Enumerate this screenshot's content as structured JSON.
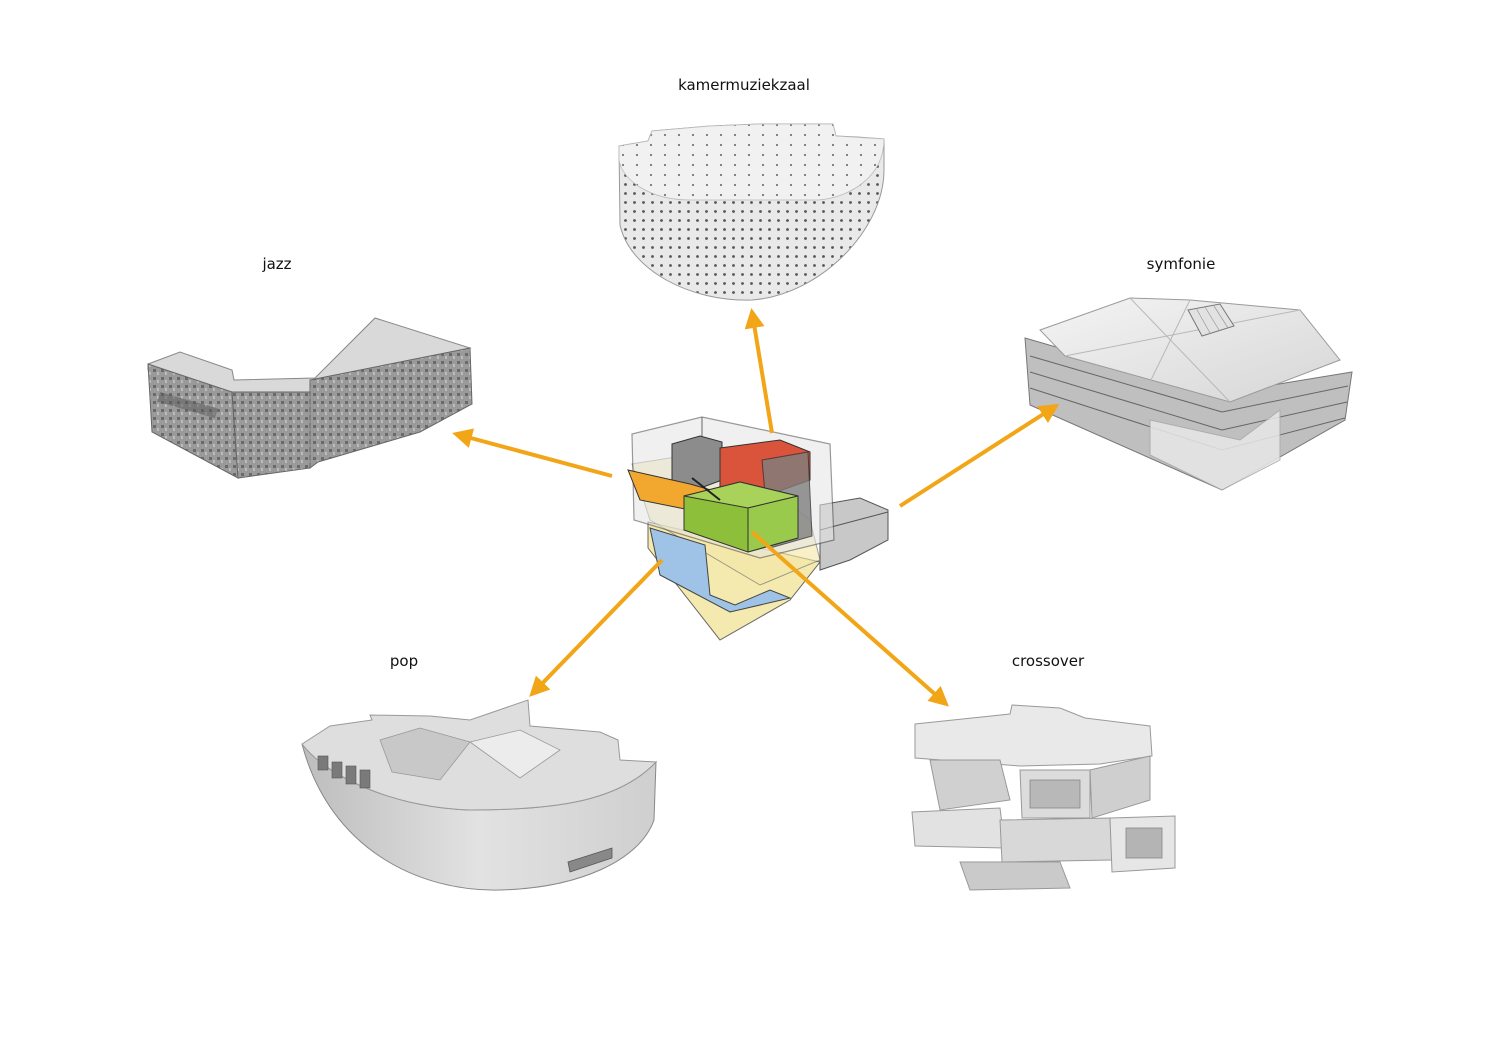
{
  "labels": {
    "kamer": "kamermuziekzaal",
    "jazz": "jazz",
    "symfonie": "symfonie",
    "pop": "pop",
    "crossover": "crossover"
  },
  "colors": {
    "arrow": "#F2A516",
    "orange_volume": "#F2A72E",
    "red_volume": "#D9543A",
    "green_volume": "#8DBF3A",
    "blue_volume": "#9FC3E6",
    "yellow_volume": "#F3E7A6",
    "model_grey": "#CFCFCF"
  }
}
